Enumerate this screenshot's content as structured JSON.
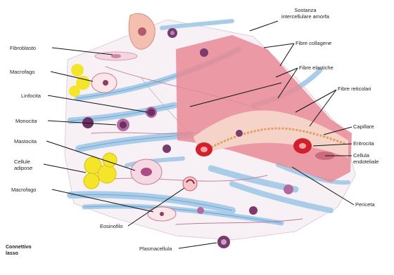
{
  "figure": {
    "caption_line1": "Connettivo",
    "caption_line2": "lasso"
  },
  "labels": {
    "sostanza_1": "Sostanza",
    "sostanza_2": "intercellulare amorfa",
    "fibre_collagene": "Fibre collagene",
    "fibre_elastiche": "Fibre elastiche",
    "fibre_reticolari": "Fibre reticolari",
    "capillare": "Capillare",
    "eritrocita": "Eritrocita",
    "cellula_endoteliale_1": "Cellula",
    "cellula_endoteliale_2": "endoteliale",
    "periceta": "Periceta",
    "fibroblasto": "Fibroblasto",
    "macrofago_top": "Macrofago",
    "linfocita": "Linfocita",
    "monocita": "Monocita",
    "mastocita": "Mastocita",
    "cellule_adipose_1": "Cellule",
    "cellule_adipose_2": "adipose",
    "macrofago_bottom": "Macrofago",
    "eosinofilo": "Eosinofilo",
    "plasmacellula": "Plasmacellula"
  },
  "colors": {
    "collagen": "#a9cde8",
    "collagen_dark": "#6fa6d2",
    "vessel_wall": "#e98a95",
    "vessel_inner": "#f6d3c9",
    "erythrocyte": "#d0202c",
    "fat": "#f5e52a",
    "nucleus": "#6a2f63",
    "leader": "#111111"
  }
}
